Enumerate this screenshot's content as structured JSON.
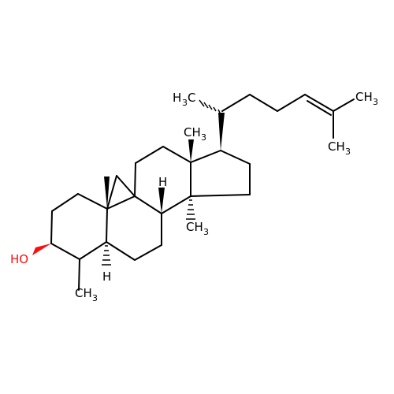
{
  "molecule": {
    "labels": {
      "methyl_C": "CH",
      "methyl_sub": "3",
      "methyl_left_H": "H",
      "methyl_left_C": "C",
      "hydroxyl": "HO",
      "hydrogen": "H"
    },
    "colors": {
      "bond": "#000000",
      "oxygen": "#ff0d0d"
    }
  }
}
